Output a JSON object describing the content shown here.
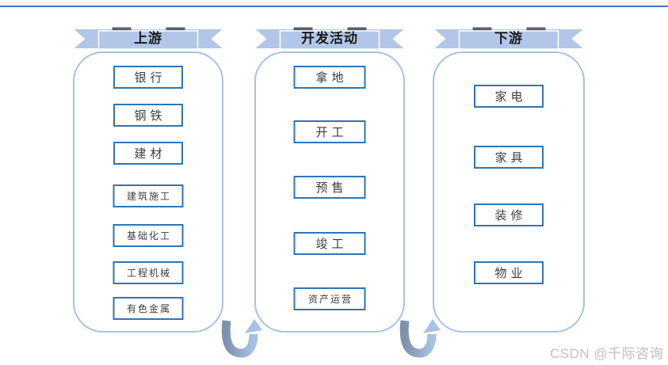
{
  "columns": [
    {
      "header": "上游",
      "items": [
        "银行",
        "钢铁",
        "建材",
        "建筑施工",
        "基础化工",
        "工程机械",
        "有色金属"
      ]
    },
    {
      "header": "开发活动",
      "items": [
        "拿地",
        "开工",
        "预售",
        "竣工",
        "资产运营"
      ]
    },
    {
      "header": "下游",
      "items": [
        "家电",
        "家具",
        "装修",
        "物业"
      ]
    }
  ],
  "watermark": "CSDN @千际咨询",
  "colors": {
    "top_line": "#4472C4",
    "ribbon_fill": "#B3C6E7",
    "ribbon_fold": "#5A6069",
    "container_border": "#A5C2E4",
    "box_border": "#2E75B6",
    "box_text": "#3D3D3D",
    "arrow_dark": "#7E91AB",
    "arrow_light": "#A9C2E4",
    "watermark_gray": "#C6C6C6"
  }
}
